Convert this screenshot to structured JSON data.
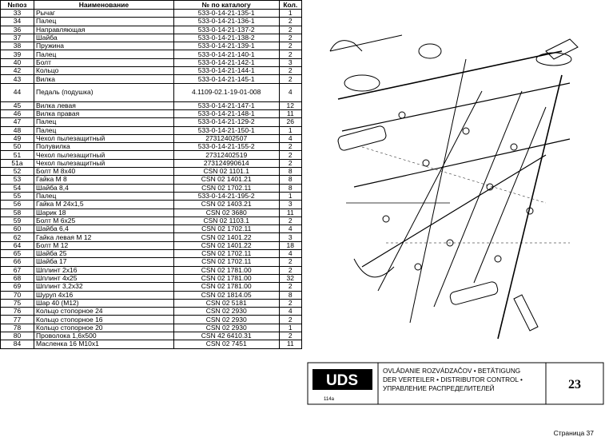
{
  "table": {
    "headers": [
      "№поз",
      "Наименование",
      "№ по каталогу",
      "Кол."
    ],
    "rows": [
      [
        "33",
        "Рычаг",
        "533-0-14-21-135-1",
        "1"
      ],
      [
        "34",
        "Палец",
        "533-0-14-21-136-1",
        "2"
      ],
      [
        "36",
        "Направляющая",
        "533-0-14-21-137-2",
        "2"
      ],
      [
        "37",
        "Шайба",
        "533-0-14-21-138-2",
        "2"
      ],
      [
        "38",
        "Пружина",
        "533-0-14-21-139-1",
        "2"
      ],
      [
        "39",
        "Палец",
        "533-0-14-21-140-1",
        "2"
      ],
      [
        "40",
        "Болт",
        "533-0-14-21-142-1",
        "3"
      ],
      [
        "42",
        "Кольцо",
        "533-0-14-21-144-1",
        "2"
      ],
      [
        "43",
        "Вилка",
        "533-0-14-21-145-1",
        "2"
      ],
      [
        "44",
        "Педаль (подушка)",
        "4.1109-02.1-19-01-008",
        "4"
      ],
      [
        "45",
        "Вилка левая",
        "533-0-14-21-147-1",
        "12"
      ],
      [
        "46",
        "Вилка правая",
        "533-0-14-21-148-1",
        "11"
      ],
      [
        "47",
        "Палец",
        "533-0-14-21-129-2",
        "26"
      ],
      [
        "48",
        "Палец",
        "533-0-14-21-150-1",
        "1"
      ],
      [
        "49",
        "Чехол пылезащитный",
        "27312402507",
        "4"
      ],
      [
        "50",
        "Полувилка",
        "533-0-14-21-155-2",
        "2"
      ],
      [
        "51",
        "Чехол пылезащитный",
        "27312402519",
        "2"
      ],
      [
        "51a",
        "Чехол пылезащитный",
        "273124990614",
        "2"
      ],
      [
        "52",
        "Болт М 8x40",
        "CSN 02 1101.1",
        "8"
      ],
      [
        "53",
        "Гайка М 8",
        "CSN 02 1401.21",
        "8"
      ],
      [
        "54",
        "Шайба 8,4",
        "CSN 02 1702.11",
        "8"
      ],
      [
        "55",
        "Палец",
        "533-0-14-21-195-2",
        "1"
      ],
      [
        "56",
        "Гайка М 24x1,5",
        "CSN 02 1403.21",
        "3"
      ],
      [
        "58",
        "Шарик 18",
        "CSN 02 3680",
        "11"
      ],
      [
        "59",
        "Болт М 6x25",
        "CSN 02 1103.1",
        "2"
      ],
      [
        "60",
        "Шайба 6,4",
        "CSN 02 1702.11",
        "4"
      ],
      [
        "62",
        "Гайка левая М 12",
        "CSN 02 1401.22",
        "3"
      ],
      [
        "64",
        "Болт М 12",
        "CSN 02 1401.22",
        "18"
      ],
      [
        "65",
        "Шайба 25",
        "CSN 02 1702.11",
        "4"
      ],
      [
        "66",
        "Шайба 17",
        "CSN 02 1702.11",
        "2"
      ],
      [
        "67",
        "Шплинт 2x16",
        "CSN 02 1781.00",
        "2"
      ],
      [
        "68",
        "Шплинт 4x25",
        "CSN 02 1781.00",
        "32"
      ],
      [
        "69",
        "Шплинт 3,2x32",
        "CSN 02 1781.00",
        "2"
      ],
      [
        "70",
        "Шуруп 4x16",
        "CSN 02 1814.05",
        "8"
      ],
      [
        "75",
        "Шар  40 (М12)",
        "CSN 02 5181",
        "2"
      ],
      [
        "76",
        "Кольцо стопорное 24",
        "CSN 02 2930",
        "4"
      ],
      [
        "77",
        "Кольцо стопорное 16",
        "CSN 02 2930",
        "2"
      ],
      [
        "78",
        "Кольцо стопорное 20",
        "CSN 02 2930",
        "1"
      ],
      [
        "80",
        "Проволока 1,6x500",
        "CSN 42 6410.31",
        "2"
      ],
      [
        "84",
        "Масленка  16  М10x1",
        "CSN 02 7451",
        "11"
      ]
    ]
  },
  "diagram": {
    "logo_text": "UDS",
    "logo_code": "114a",
    "title_line1": "OVLÁDANIE ROZVÁDZAČOV • BETÄTIGUNG",
    "title_line2": "DER VERTEILER • DISTRIBUTOR CONTROL •",
    "title_line3": "УПРАВЛЕНИЕ РАСПРЕДЕЛИТЕЛЕЙ",
    "sheet_number": "23"
  },
  "footer": {
    "page_label": "Страница 37"
  }
}
